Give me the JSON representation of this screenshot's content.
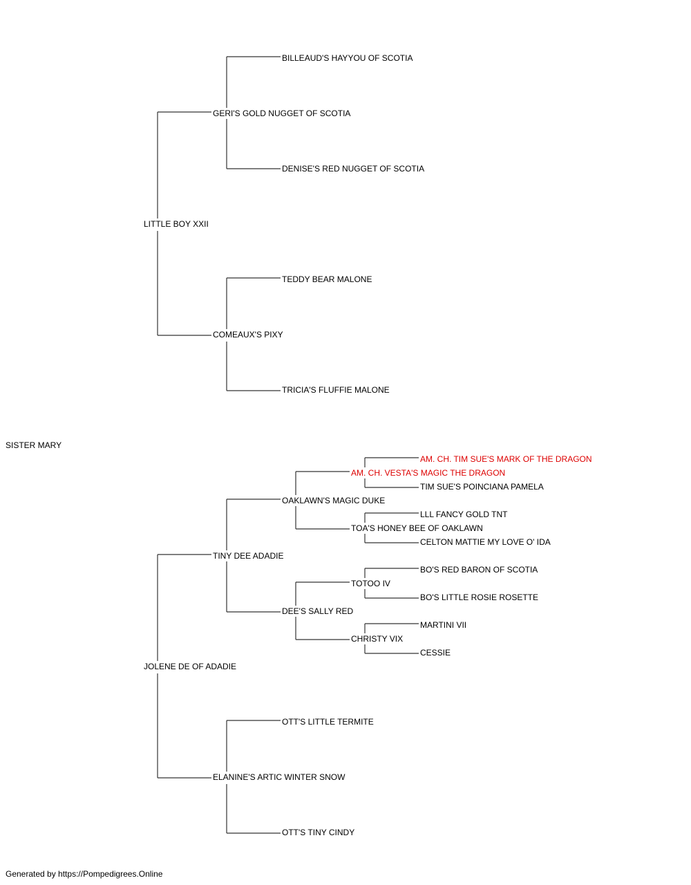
{
  "pedigree": {
    "subject": "SISTER MARY",
    "sire": "LITTLE BOY XXII",
    "sire_sire": "GERI'S GOLD NUGGET OF SCOTIA",
    "sire_sire_sire": "BILLEAUD'S HAYYOU OF SCOTIA",
    "sire_sire_dam": "DENISE'S RED NUGGET OF SCOTIA",
    "sire_dam": "COMEAUX'S PIXY",
    "sire_dam_sire": "TEDDY BEAR MALONE",
    "sire_dam_dam": "TRICIA'S FLUFFIE MALONE",
    "dam": "JOLENE DE OF ADADIE",
    "dam_sire": "TINY DEE ADADIE",
    "dam_sire_sire": "OAKLAWN'S MAGIC DUKE",
    "dam_sire_sire_sire": "AM. CH. VESTA'S MAGIC THE DRAGON",
    "dam_sire_sire_sire_sire": "AM. CH. TIM SUE'S MARK OF THE DRAGON",
    "dam_sire_sire_sire_dam": "TIM SUE'S POINCIANA PAMELA",
    "dam_sire_sire_dam": "TOA'S HONEY BEE OF OAKLAWN",
    "dam_sire_sire_dam_sire": "LLL FANCY GOLD TNT",
    "dam_sire_sire_dam_dam": "CELTON MATTIE MY LOVE O' IDA",
    "dam_sire_dam": "DEE'S SALLY RED",
    "dam_sire_dam_sire": "TOTOO IV",
    "dam_sire_dam_sire_sire": "BO'S RED BARON OF SCOTIA",
    "dam_sire_dam_sire_dam": "BO'S LITTLE ROSIE ROSETTE",
    "dam_sire_dam_dam": "CHRISTY VIX",
    "dam_sire_dam_dam_sire": "MARTINI VII",
    "dam_sire_dam_dam_dam": "CESSIE",
    "dam_dam": "ELANINE'S ARTIC WINTER SNOW",
    "dam_dam_sire": "OTT'S LITTLE TERMITE",
    "dam_dam_dam": "OTT'S TINY CINDY"
  },
  "footer": "Generated by https://Pompedigrees.Online",
  "colors": {
    "champion": "#dd0000",
    "text": "#000000",
    "lines": "#333333"
  }
}
